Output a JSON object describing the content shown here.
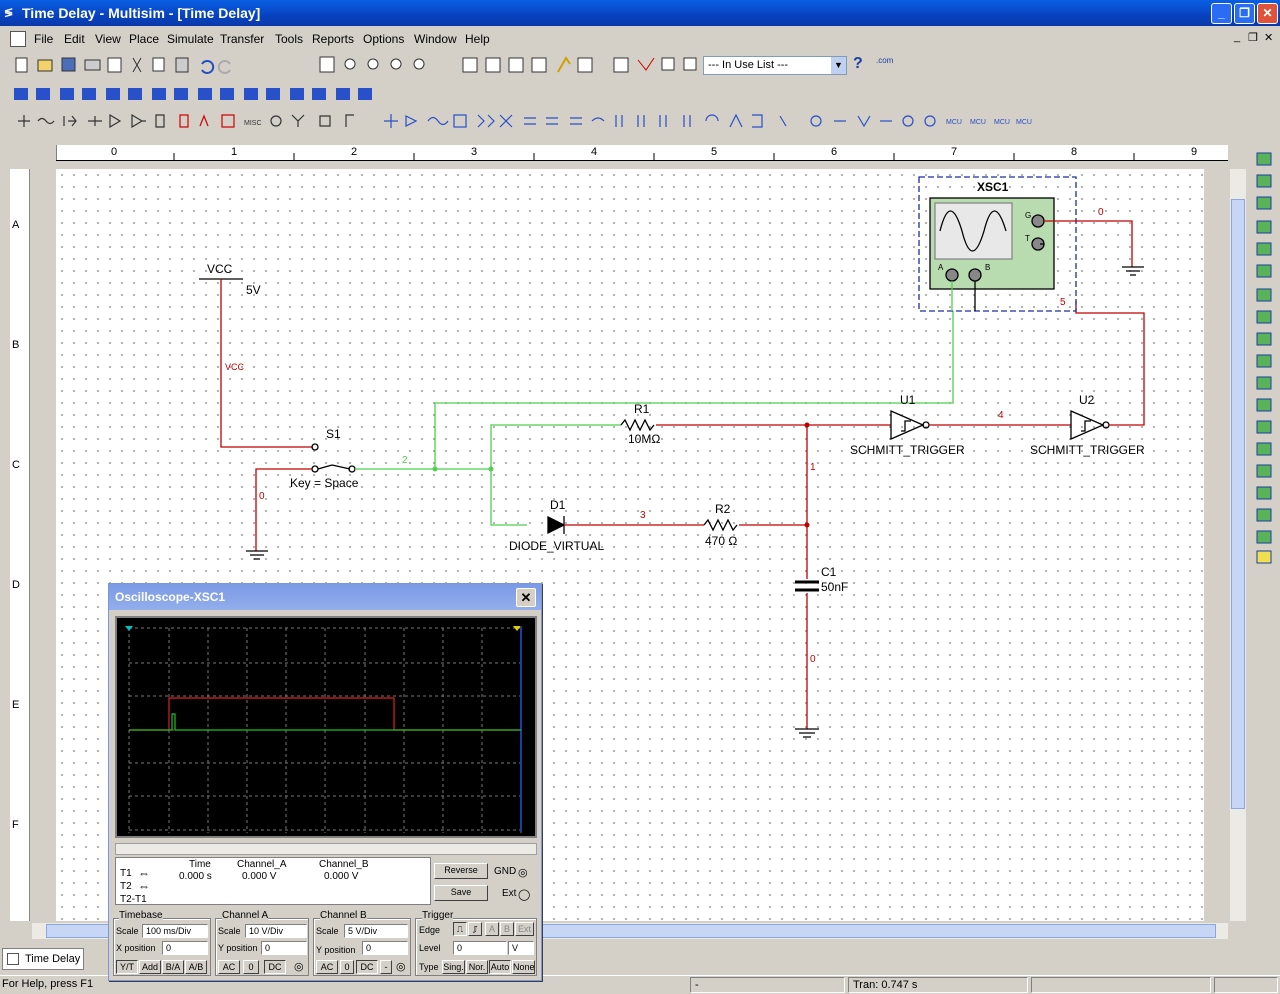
{
  "window": {
    "title": "Time Delay - Multisim - [Time Delay]"
  },
  "menu": [
    "File",
    "Edit",
    "View",
    "Place",
    "Simulate",
    "Transfer",
    "Tools",
    "Reports",
    "Options",
    "Window",
    "Help"
  ],
  "toolbar": {
    "in_use_list": "--- In Use List ---"
  },
  "ruler": {
    "cols": [
      "0",
      "1",
      "2",
      "3",
      "4",
      "5",
      "6",
      "7",
      "8",
      "9"
    ],
    "rows": [
      "A",
      "B",
      "C",
      "D",
      "E",
      "F"
    ]
  },
  "schematic": {
    "vcc_label": "VCC",
    "vcc_value": "5V",
    "vcc_net": "VCC",
    "s1_label": "S1",
    "s1_key": "Key = Space",
    "net0a": "0",
    "net2": "2",
    "d1_label": "D1",
    "d1_model": "DIODE_VIRTUAL",
    "net3": "3",
    "r1_label": "R1",
    "r1_value": "10MΩ",
    "r2_label": "R2",
    "r2_value": "470 Ω",
    "net1": "1",
    "c1_label": "C1",
    "c1_value": "50nF",
    "net0b": "0",
    "u1_label": "U1",
    "u1_model": "SCHMITT_TRIGGER",
    "net4": "4",
    "u2_label": "U2",
    "u2_model": "SCHMITT_TRIGGER",
    "xsc1_label": "XSC1",
    "net0c": "0",
    "net5": "5",
    "osc_pin_g": "G",
    "osc_pin_t": "T",
    "osc_pin_a": "A",
    "osc_pin_b": "B"
  },
  "oscilloscope": {
    "title": "Oscilloscope-XSC1",
    "readout": {
      "time_header": "Time",
      "cha_header": "Channel_A",
      "chb_header": "Channel_B",
      "time": "0.000 s",
      "cha": "0.000 V",
      "chb": "0.000 V",
      "t1": "T1",
      "t2": "T2",
      "t2t1": "T2-T1"
    },
    "reverse": "Reverse",
    "save": "Save",
    "gnd": "GND",
    "ext": "Ext",
    "timebase": {
      "title": "Timebase",
      "scale_label": "Scale",
      "scale": "100 ms/Div",
      "xpos_label": "X position",
      "xpos": "0",
      "yt": "Y/T",
      "add": "Add",
      "ba": "B/A",
      "ab": "A/B"
    },
    "channel_a": {
      "title": "Channel A",
      "scale_label": "Scale",
      "scale": "10  V/Div",
      "ypos_label": "Y position",
      "ypos": "0",
      "ac": "AC",
      "zero": "0",
      "dc": "DC"
    },
    "channel_b": {
      "title": "Channel B",
      "scale_label": "Scale",
      "scale": "5  V/Div",
      "ypos_label": "Y position",
      "ypos": "0",
      "ac": "AC",
      "zero": "0",
      "dc": "DC",
      "minus": "-"
    },
    "trigger": {
      "title": "Trigger",
      "edge_label": "Edge",
      "a": "A",
      "b": "B",
      "ext": "Ext",
      "level_label": "Level",
      "level": "0",
      "level_unit": "V",
      "type_label": "Type",
      "sing": "Sing.",
      "nor": "Nor.",
      "auto": "Auto",
      "none": "None"
    },
    "colors": {
      "channel_a": "#e02020",
      "channel_b": "#20c020"
    }
  },
  "tab": {
    "label": "Time Delay"
  },
  "status": {
    "help": "For Help, press F1",
    "dash": "-",
    "tran": "Tran: 0.747 s"
  }
}
